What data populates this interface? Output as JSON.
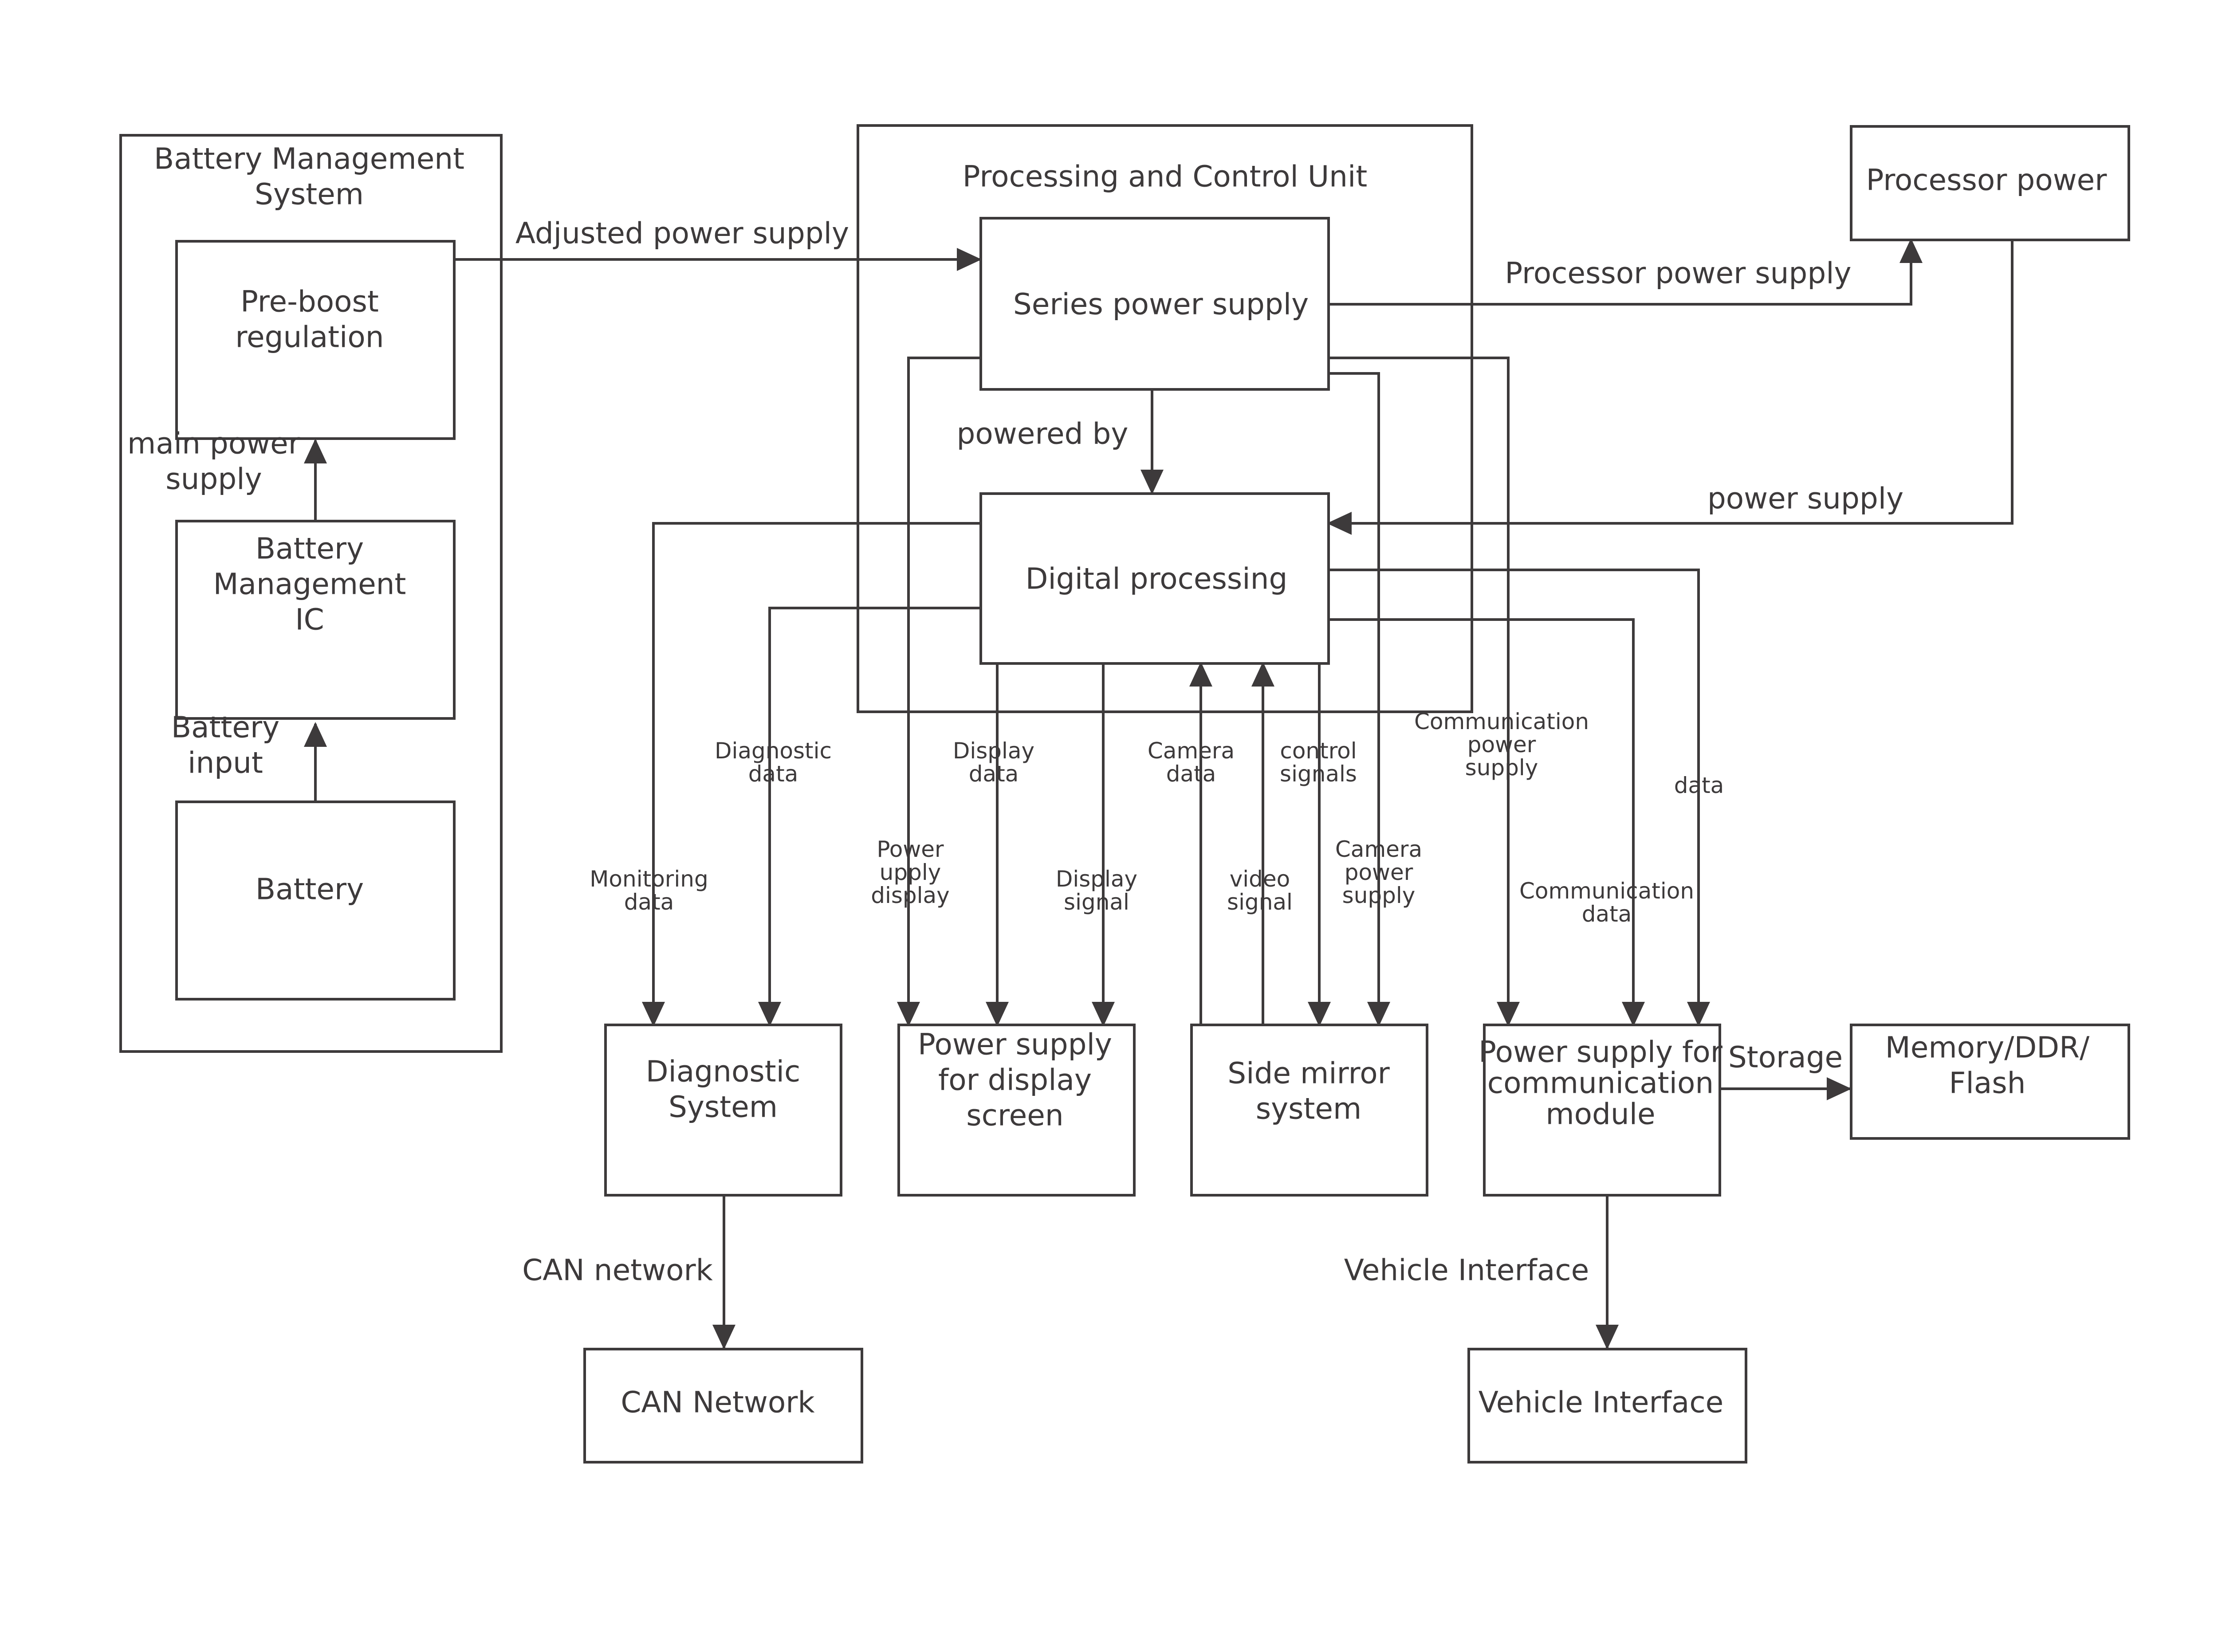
{
  "colors": {
    "line": "#3d3a3b",
    "background": "#ffffff"
  },
  "groups": {
    "bms": [
      "Battery Management",
      "System"
    ],
    "pcu": [
      "Processing and Control Unit"
    ]
  },
  "nodes": {
    "pre_boost": [
      "Pre-boost",
      "regulation"
    ],
    "bm_ic": [
      "Battery",
      "Management",
      "IC"
    ],
    "battery": [
      "Battery"
    ],
    "series_power": [
      "Series power supply"
    ],
    "digital": [
      "Digital processing"
    ],
    "processor_power": [
      "Processor power"
    ],
    "diagnostic_system": [
      "Diagnostic",
      "System"
    ],
    "display_power": [
      "Power supply",
      "for display",
      "screen"
    ],
    "side_mirror": [
      "Side mirror",
      "system"
    ],
    "comm_power": [
      "Power supply for",
      "communication",
      "module"
    ],
    "memory": [
      "Memory/DDR/",
      "Flash"
    ],
    "can_network": [
      "CAN Network"
    ],
    "vehicle_interface": [
      "Vehicle Interface"
    ]
  },
  "edges": {
    "main_power": [
      "main power",
      "supply"
    ],
    "battery_input": [
      "Battery",
      "input"
    ],
    "adjusted": [
      "Adjusted power supply"
    ],
    "processor_power_supply": [
      "Processor power supply"
    ],
    "powered_by": [
      "powered by"
    ],
    "power_supply": [
      "power supply"
    ],
    "monitoring": [
      "Monitoring",
      "data"
    ],
    "diagnostic_data": [
      "Diagnostic",
      "data"
    ],
    "power_display": [
      "Power",
      "upply",
      "display"
    ],
    "display_data": [
      "Display",
      "data"
    ],
    "display_signal": [
      "Display",
      "signal"
    ],
    "camera_data": [
      "Camera",
      "data"
    ],
    "video_signal": [
      "video",
      "signal"
    ],
    "control_signals": [
      "control",
      "signals"
    ],
    "camera_power": [
      "Camera",
      "power",
      "supply"
    ],
    "comm_power_supply": [
      "Communication",
      "power",
      "supply"
    ],
    "comm_data": [
      "Communication",
      "data"
    ],
    "data": [
      "data"
    ],
    "storage": [
      "Storage"
    ],
    "can_network": [
      "CAN network"
    ],
    "vehicle_interface": [
      "Vehicle Interface"
    ]
  }
}
